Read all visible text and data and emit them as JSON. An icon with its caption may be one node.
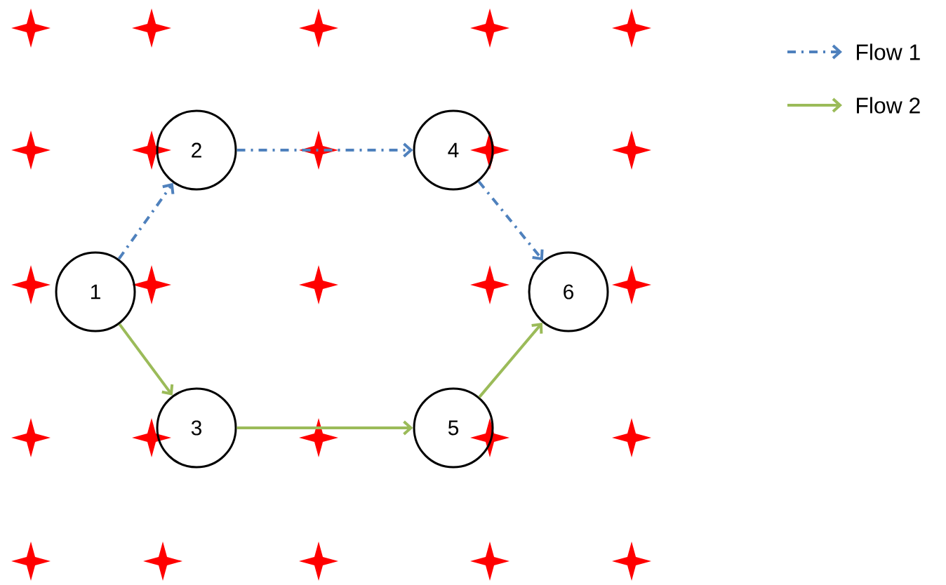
{
  "diagram": {
    "nodes": [
      {
        "text": [
          "1"
        ]
      },
      {
        "text": [
          "2"
        ]
      },
      {
        "text": [
          "3"
        ]
      },
      {
        "text": [
          "4"
        ]
      },
      {
        "text": [
          "5"
        ]
      },
      {
        "text": [
          "6"
        ]
      }
    ],
    "edges": [
      {
        "from": 0,
        "to": 1,
        "arrow": "to",
        "style": "dashed",
        "color": "#4f81bd"
      },
      {
        "from": 1,
        "to": 3,
        "arrow": "to",
        "style": "dashed",
        "color": "#4f81bd"
      },
      {
        "from": 3,
        "to": 5,
        "arrow": "to",
        "style": "dashed",
        "color": "#4f81bd"
      },
      {
        "from": 0,
        "to": 2,
        "arrow": "to",
        "color": "#9bbb59"
      },
      {
        "from": 2,
        "to": 4,
        "arrow": "to",
        "color": "#9bbb59"
      },
      {
        "from": 4,
        "to": 5,
        "arrow": "to",
        "color": "#9bbb59"
      }
    ],
    "legend": [
      {
        "text": "Flow 1"
      },
      {
        "text": "Flow 2"
      }
    ]
  }
}
